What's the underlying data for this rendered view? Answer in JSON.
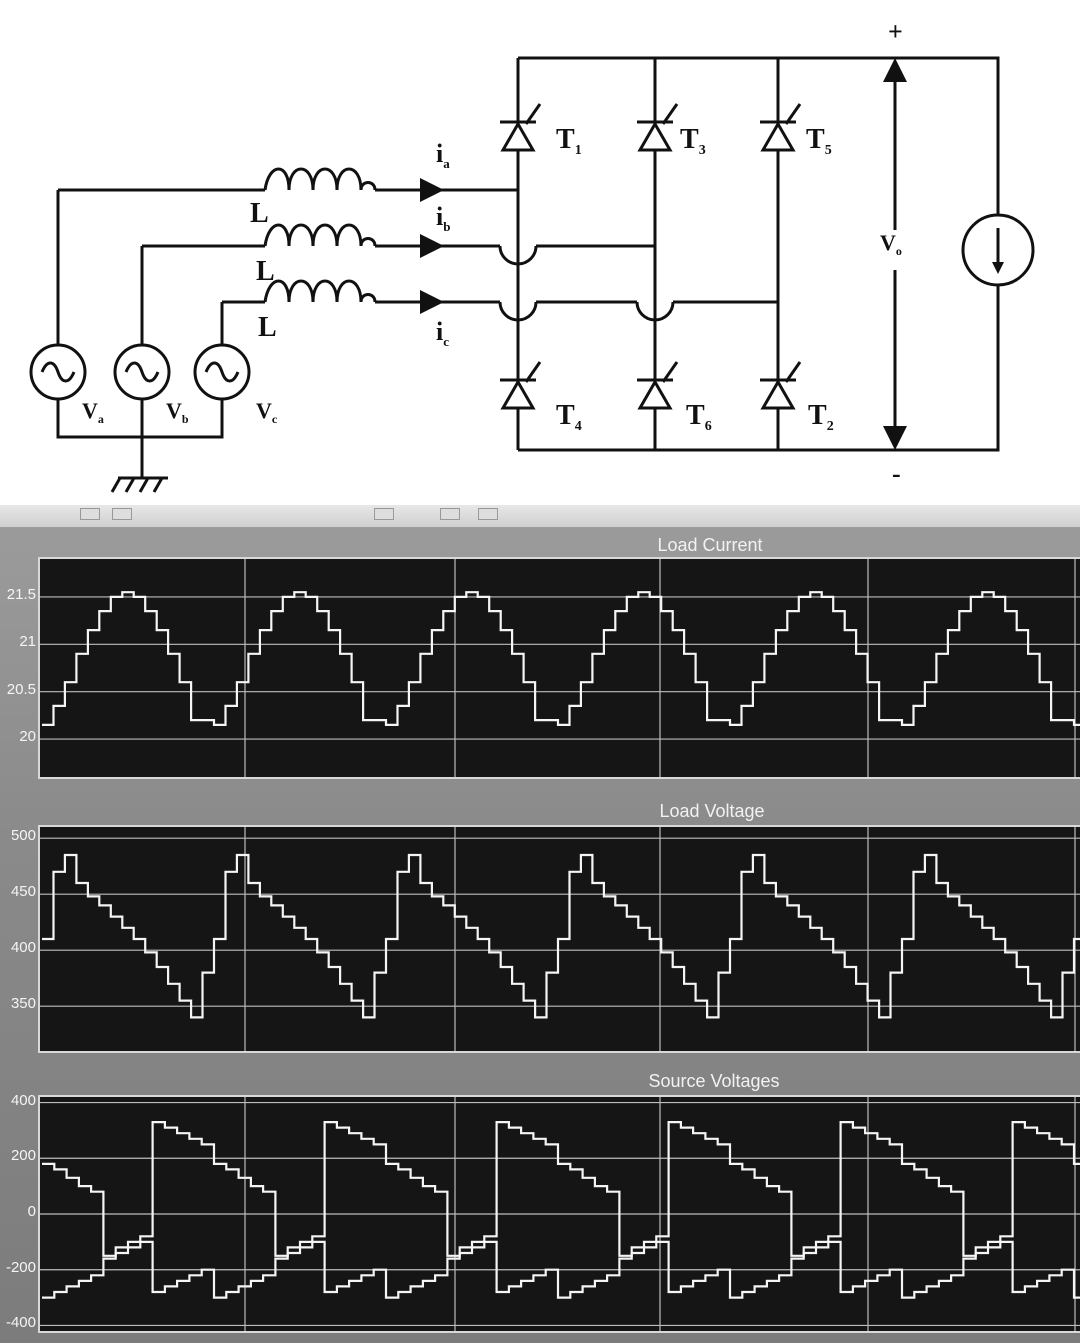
{
  "circuit": {
    "inductor_label": "L",
    "sources": [
      {
        "main": "V",
        "sub": "a"
      },
      {
        "main": "V",
        "sub": "b"
      },
      {
        "main": "V",
        "sub": "c"
      }
    ],
    "currents": [
      {
        "main": "i",
        "sub": "a"
      },
      {
        "main": "i",
        "sub": "b"
      },
      {
        "main": "i",
        "sub": "c"
      }
    ],
    "thyristors": [
      {
        "main": "T",
        "sub": "1"
      },
      {
        "main": "T",
        "sub": "3"
      },
      {
        "main": "T",
        "sub": "5"
      },
      {
        "main": "T",
        "sub": "4"
      },
      {
        "main": "T",
        "sub": "6"
      },
      {
        "main": "T",
        "sub": "2"
      }
    ],
    "output_voltage": {
      "main": "V",
      "sub": "o"
    },
    "plus": "+",
    "minus": "-"
  },
  "scope": {
    "plots": [
      {
        "title": "Load Current",
        "yticks": [
          "21.5",
          "21",
          "20.5",
          "20"
        ],
        "ylim": [
          19.6,
          21.9
        ],
        "period": 1,
        "cycles": 6.2
      },
      {
        "title": "Load Voltage",
        "yticks": [
          "500",
          "450",
          "400",
          "350"
        ],
        "ylim": [
          310,
          510
        ],
        "period": 1,
        "cycles": 6.2
      },
      {
        "title": "Source Voltages",
        "yticks": [
          "400",
          "200",
          "0",
          "-200",
          "-400"
        ],
        "ylim": [
          -420,
          420
        ],
        "period": 2,
        "cycles": 6.2
      }
    ]
  },
  "chart_data": [
    {
      "type": "line",
      "title": "Load Current",
      "ylim": [
        19.6,
        21.9
      ],
      "yticks": [
        21.5,
        21,
        20.5,
        20
      ],
      "series": [
        {
          "values_per_cycle": [
            20.15,
            20.35,
            20.6,
            20.9,
            21.15,
            21.35,
            21.5,
            21.55,
            21.5,
            21.35,
            21.15,
            20.9,
            20.6,
            20.2,
            20.2
          ]
        }
      ]
    },
    {
      "type": "line",
      "title": "Load Voltage",
      "ylim": [
        310,
        510
      ],
      "yticks": [
        500,
        450,
        400,
        350
      ],
      "series": [
        {
          "values_per_cycle": [
            410,
            470,
            485,
            460,
            448,
            440,
            430,
            420,
            410,
            398,
            385,
            370,
            355,
            340,
            380
          ]
        }
      ]
    },
    {
      "type": "line",
      "title": "Source Voltages",
      "ylim": [
        -420,
        420
      ],
      "yticks": [
        400,
        200,
        0,
        -200,
        -400
      ],
      "series": [
        {
          "values_per_cycle": [
            180,
            160,
            130,
            100,
            80,
            -150,
            -120,
            -100,
            -80,
            330,
            310,
            290,
            270,
            250
          ]
        },
        {
          "values_per_cycle": [
            -300,
            -280,
            -260,
            -240,
            -220,
            -160,
            -140,
            -120,
            -100,
            -280,
            -260,
            -240,
            -220,
            -200
          ]
        }
      ]
    }
  ]
}
